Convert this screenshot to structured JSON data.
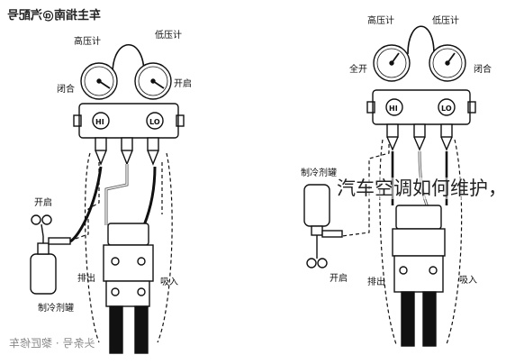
{
  "watermark_top": "车主指南@汽配号",
  "watermark_bottom": "头条号 · 黎匠修车",
  "overlay_title": "汽车空调如何维护，",
  "left_diagram": {
    "low_gauge": "低压计",
    "high_gauge": "高压计",
    "closed": "闭合",
    "open_valve": "开启",
    "open_bottle": "开启",
    "refrigerant": "制冷剂罐",
    "discharge": "排出",
    "suction": "吸入",
    "hi": "HI",
    "lo": "LO"
  },
  "right_diagram": {
    "low_gauge": "低压计",
    "high_gauge": "高压计",
    "fully_closed": "全开",
    "closed": "闭合",
    "refrigerant": "制冷剂罐",
    "open": "开启",
    "discharge": "排出",
    "suction": "吸入",
    "hi": "HI",
    "lo": "LO"
  }
}
